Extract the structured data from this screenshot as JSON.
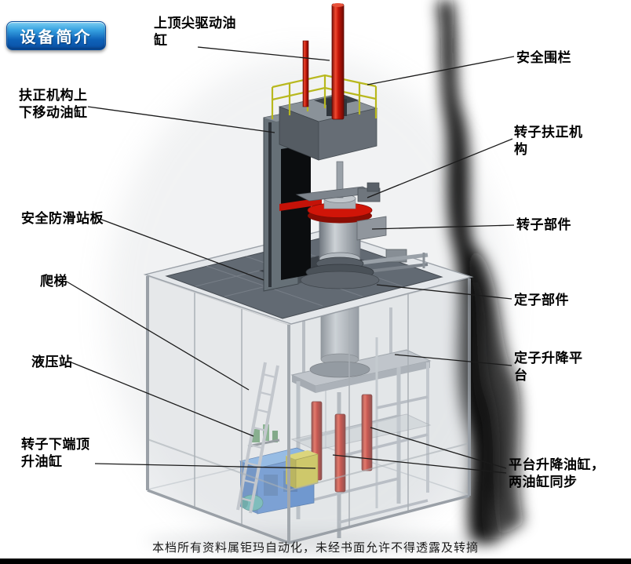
{
  "badge": {
    "label": "设备简介"
  },
  "labels": [
    {
      "id": "top-tip-drive-cylinder",
      "text": "上顶尖驱动油\n缸"
    },
    {
      "id": "safety-fence",
      "text": "安全围栏"
    },
    {
      "id": "centering-mechanism-lift-cylinder",
      "text": "扶正机构上\n下移动油缸"
    },
    {
      "id": "rotor-centering-mechanism",
      "text": "转子扶正机\n构"
    },
    {
      "id": "anti-slip-platform",
      "text": "安全防滑站板"
    },
    {
      "id": "rotor-component",
      "text": "转子部件"
    },
    {
      "id": "ladder",
      "text": "爬梯"
    },
    {
      "id": "stator-component",
      "text": "定子部件"
    },
    {
      "id": "hydraulic-station",
      "text": "液压站"
    },
    {
      "id": "stator-lift-platform",
      "text": "定子升降平\n台"
    },
    {
      "id": "rotor-bottom-jack-cylinder",
      "text": "转子下端顶\n升油缸"
    },
    {
      "id": "platform-lift-cylinders",
      "text": "平台升降油缸，\n两油缸同步"
    }
  ],
  "footer": {
    "copyright": "本档所有资料属钜玛自动化，未经书面允许不得透露及转摘"
  },
  "colors": {
    "accent_red": "#c41208",
    "railing_yellow": "#b8b81e",
    "hydraulic_blue": "#3b78cc",
    "badge_blue": "#0e62b8",
    "platform_grey": "#626a73"
  }
}
